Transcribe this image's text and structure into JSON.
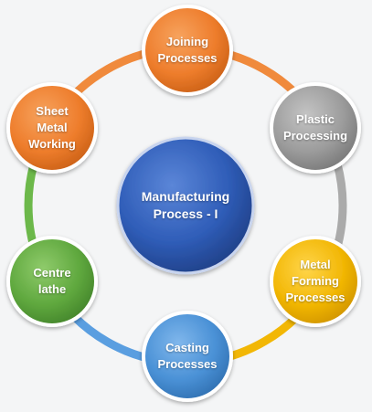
{
  "center": {
    "label": "Manufacturing\nProcess - I",
    "color": "#2f5db8"
  },
  "nodes": [
    {
      "id": "joining",
      "label": "Joining\nProcesses",
      "color": "#ee7d2c"
    },
    {
      "id": "plastic",
      "label": "Plastic\nProcessing",
      "color": "#9c9c9c"
    },
    {
      "id": "metal-forming",
      "label": "Metal\nForming\nProcesses",
      "color": "#f2b705"
    },
    {
      "id": "casting",
      "label": "Casting\nProcesses",
      "color": "#4a91d6"
    },
    {
      "id": "centre-lathe",
      "label": "Centre\nlathe",
      "color": "#5fa83e"
    },
    {
      "id": "sheet-metal",
      "label": "Sheet\nMetal\nWorking",
      "color": "#ee7d2c"
    }
  ],
  "ring_colors": [
    "#f08a3c",
    "#aaaaaa",
    "#f2b705",
    "#5a9ee0",
    "#6cb84a",
    "#f08a3c"
  ]
}
